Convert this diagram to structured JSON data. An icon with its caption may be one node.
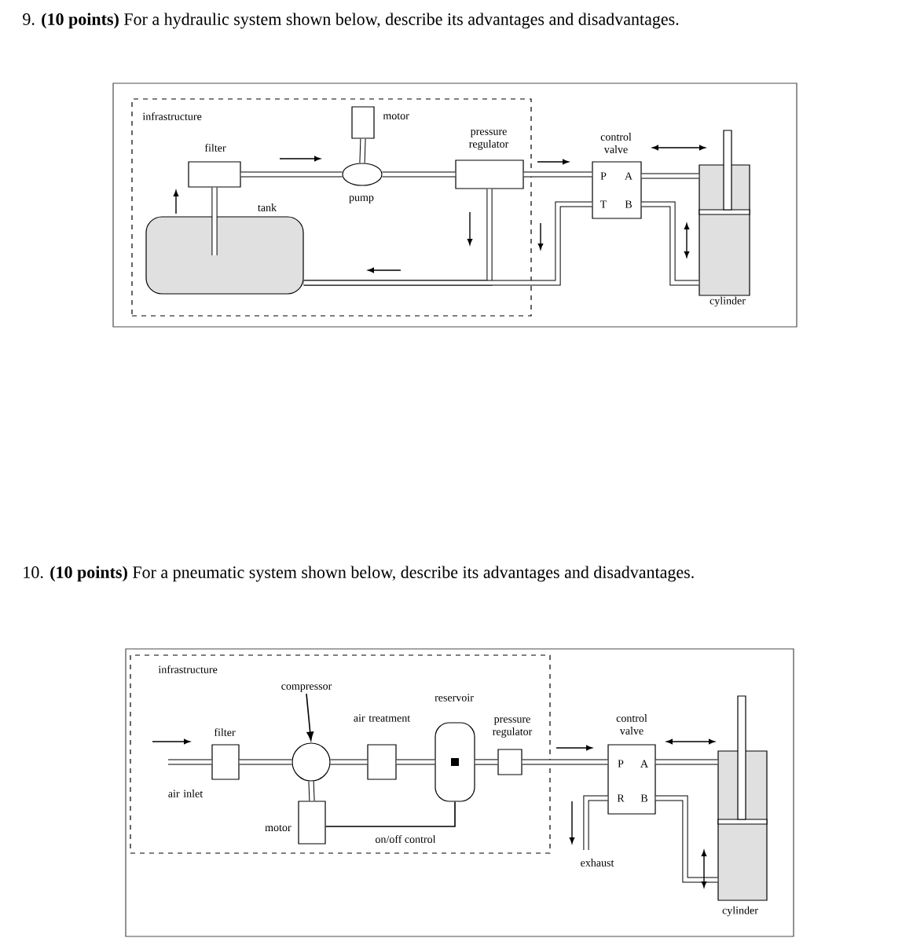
{
  "diagram": {
    "nodes": [
      {
        "text": [
          "infrastructure"
        ]
      },
      {
        "text": [
          "filter"
        ],
        "in": 0
      },
      {
        "text": [
          "motor"
        ],
        "in": 0
      },
      {
        "text": [
          "pump"
        ],
        "in": 0
      },
      {
        "text": [
          "pressure regulator"
        ],
        "in": 0
      },
      {
        "text": [
          "tank"
        ],
        "in": 0
      },
      {
        "text": [
          "control valve",
          "P",
          "A",
          "T",
          "B"
        ]
      },
      {
        "text": [
          "cylinder"
        ]
      },
      {
        "text": [
          "infrastructure"
        ]
      },
      {
        "text": [
          "filter"
        ],
        "in": 8
      },
      {
        "text": [
          "compressor"
        ],
        "in": 8
      },
      {
        "text": [],
        "shape": "circle",
        "in": 8
      },
      {
        "text": [
          "air treatment"
        ],
        "in": 8
      },
      {
        "text": [
          "reservoir"
        ],
        "in": 8
      },
      {
        "text": [
          "pressure regulator"
        ],
        "in": 8
      },
      {
        "text": [
          "motor"
        ],
        "in": 8
      },
      {
        "text": [
          "control valve",
          "P",
          "A",
          "R",
          "B"
        ]
      },
      {
        "text": [
          "cylinder"
        ]
      },
      {
        "text": [
          "exhaust"
        ]
      }
    ],
    "edges": [
      {
        "from": 1,
        "to": 3,
        "arrow": "none"
      },
      {
        "from": 2,
        "to": 3,
        "arrow": "none"
      },
      {
        "from": 3,
        "to": 4,
        "arrow": "none"
      },
      {
        "from": 5,
        "to": 1,
        "arrow": "none"
      },
      {
        "from": 4,
        "to": 5,
        "arrow": "none"
      },
      {
        "from": 4,
        "to": 6,
        "arrow": "none"
      },
      {
        "from": 6,
        "to": 5,
        "arrow": "none"
      },
      {
        "from": 6,
        "to": 7,
        "arrow": "none"
      },
      {
        "from": 6,
        "to": 7,
        "arrow": "none"
      },
      {
        "from": null,
        "to": 9,
        "arrow": "none"
      },
      {
        "from": 9,
        "to": 11,
        "arrow": "none"
      },
      {
        "from": 11,
        "to": 12,
        "arrow": "none"
      },
      {
        "from": 12,
        "to": 13,
        "arrow": "none"
      },
      {
        "from": 13,
        "to": 14,
        "arrow": "none"
      },
      {
        "from": 14,
        "to": 16,
        "arrow": "none"
      },
      {
        "from": 11,
        "to": 15,
        "arrow": "none"
      },
      {
        "from": 15,
        "to": 13,
        "arrow": "none",
        "label": "on/off control"
      },
      {
        "from": 16,
        "to": 18,
        "arrow": "none"
      },
      {
        "from": 16,
        "to": 17,
        "arrow": "none"
      },
      {
        "from": 16,
        "to": 17,
        "arrow": "none"
      },
      {
        "from": 10,
        "to": 11,
        "arrow": "to"
      }
    ],
    "labels": [
      "9. **(10 points)** For a hydraulic system shown below, describe its advantages and disadvantages.",
      "10. **(10 points)** For a pneumatic system shown below, describe its advantages and disadvantages.",
      "air inlet"
    ]
  }
}
